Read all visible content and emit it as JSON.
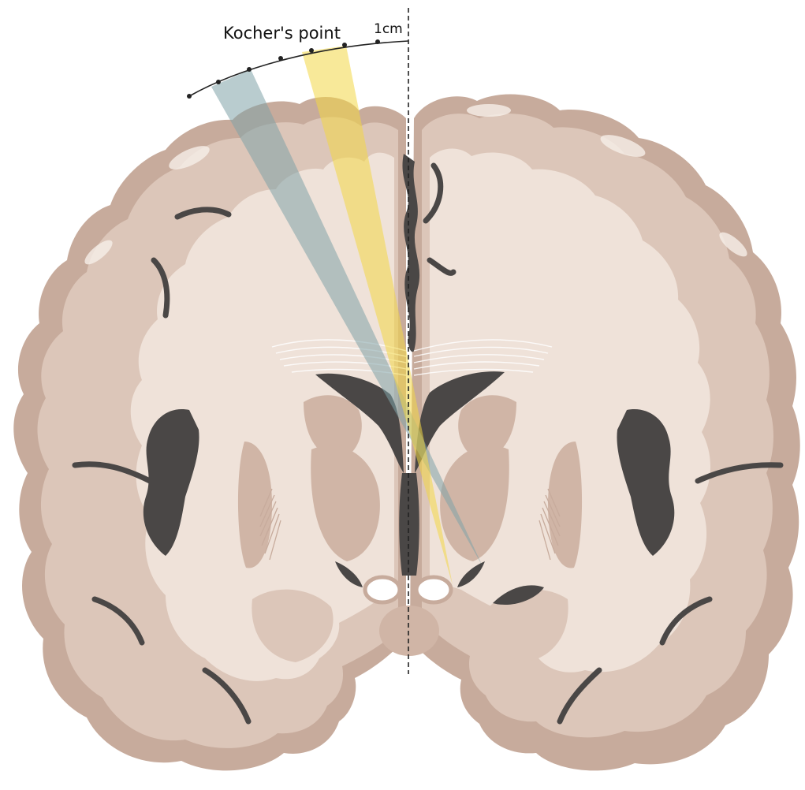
{
  "labels": {
    "kocher_point": "Kocher's point",
    "scale": "1cm"
  },
  "colors": {
    "brain_outer": "#c7ab9c",
    "brain_grey": "#dcc6b9",
    "brain_white": "#efe2d9",
    "brain_deep": "#d0b5a6",
    "ventricle": "#4a4746",
    "highlight": "#f7efe9",
    "trajectory_yellow": "#f2d745",
    "trajectory_teal": "#7fa3a8",
    "midline": "#222222",
    "arc": "#222222"
  },
  "icons": {
    "brain": "coronal-brain-section",
    "fibers": "corpus-callosum-fibers"
  }
}
